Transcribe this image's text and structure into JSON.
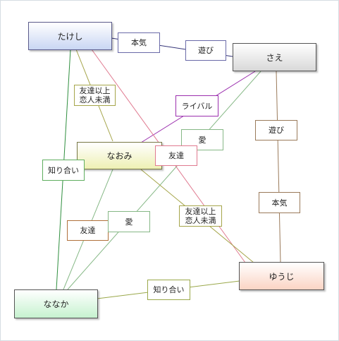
{
  "nodes": {
    "takeshi": {
      "label": "たけし",
      "border": "#5a5a8a",
      "bg_top": "#ffffff",
      "bg_bottom": "#c9d6f3"
    },
    "sae": {
      "label": "さえ",
      "border": "#555555",
      "bg_top": "#ffffff",
      "bg_bottom": "#d9d9d9"
    },
    "naomi": {
      "label": "なおみ",
      "border": "#777744",
      "bg_top": "#ffffff",
      "bg_bottom": "#eef0b4"
    },
    "yuuji": {
      "label": "ゆうじ",
      "border": "#555555",
      "bg_top": "#ffffff",
      "bg_bottom": "#fbd4c4"
    },
    "nanaka": {
      "label": "ななか",
      "border": "#555555",
      "bg_top": "#ffffff",
      "bg_bottom": "#c6f2cf"
    }
  },
  "edges": [
    {
      "from": "takeshi",
      "to": "sae",
      "color": "#333377",
      "label": [
        "本気"
      ],
      "label_border": "#6a6aa8"
    },
    {
      "from": "sae",
      "to": "takeshi",
      "color": "#333377",
      "label": [
        "遊び"
      ],
      "label_border": "#6a6aa8"
    },
    {
      "from": "takeshi",
      "to": "naomi",
      "color": "#a5a54a",
      "label": [
        "友達以上",
        "恋人未満"
      ],
      "label_border": "#a5a54a"
    },
    {
      "from": "sae",
      "to": "naomi",
      "color": "#9b2fae",
      "label": [
        "ライバル"
      ],
      "label_border": "#9b2fae"
    },
    {
      "from": "sae",
      "to": "nanaka",
      "color": "#86b886",
      "label": [
        "愛"
      ],
      "label_border": "#86b886"
    },
    {
      "from": "takeshi",
      "to": "yuuji",
      "color": "#e07a90",
      "label": [
        "友達"
      ],
      "label_border": "#e07a90"
    },
    {
      "from": "takeshi",
      "to": "nanaka",
      "color": "#2f8f3f",
      "label": [
        "知り合い"
      ],
      "label_border": "#5fae5f"
    },
    {
      "from": "sae",
      "to": "yuuji",
      "color": "#9a7a5a",
      "label": [
        "遊び"
      ],
      "label_border": "#9a7a5a"
    },
    {
      "from": "yuuji",
      "to": "sae",
      "color": "#9a7a5a",
      "label": [
        "本気"
      ],
      "label_border": "#9a7a5a"
    },
    {
      "from": "naomi",
      "to": "nanaka",
      "color": "#b0703a",
      "label": [
        "友達"
      ],
      "label_border": "#b0703a"
    },
    {
      "from": "nanaka",
      "to": "naomi",
      "color": "#86b886",
      "label": [
        "愛"
      ],
      "label_border": "#86b886"
    },
    {
      "from": "naomi",
      "to": "yuuji",
      "color": "#a5a54a",
      "label": [
        "友達以上",
        "恋人未満"
      ],
      "label_border": "#a5a54a"
    },
    {
      "from": "nanaka",
      "to": "yuuji",
      "color": "#9aa84a",
      "label": [
        "知り合い"
      ],
      "label_border": "#9aa84a"
    }
  ]
}
